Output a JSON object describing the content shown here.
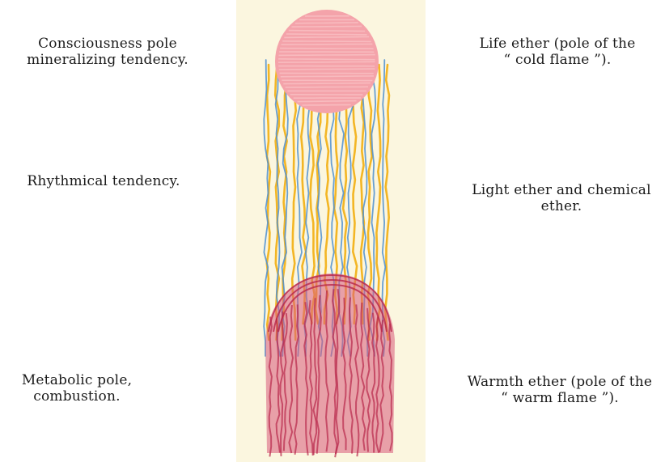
{
  "left_labels": {
    "consciousness": [
      "Consciousness pole",
      "mineralizing tendency."
    ],
    "rhythmical": [
      "Rhythmical tendency."
    ],
    "metabolic": [
      "Metabolic pole,",
      "combustion."
    ]
  },
  "right_labels": {
    "life_ether": [
      "Life ether (pole of the",
      "“ cold flame ”)."
    ],
    "light_ether": [
      "Light ether and chemical",
      "ether."
    ],
    "warmth_ether": [
      "Warmth ether (pole of the",
      "“ warm flame ”)."
    ]
  },
  "colors": {
    "paper": "#fbf6df",
    "top_sphere": "#f4a3aa",
    "top_sphere_highlight": "#fbd0cf",
    "yellow_stream": "#f2b21a",
    "blue_stream": "#4d8fd1",
    "warm_flame": "#d85a7a",
    "warm_flame_dark": "#b8264a"
  }
}
